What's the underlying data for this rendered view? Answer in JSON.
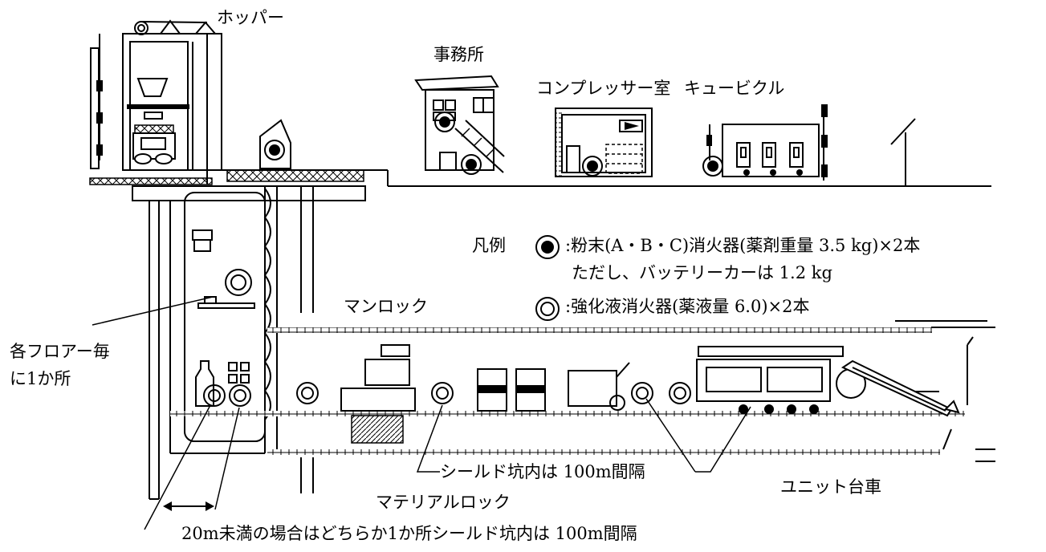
{
  "labels": {
    "hopper": "ホッパー",
    "office": "事務所",
    "compressor_room": "コンプレッサー室",
    "cubicle": "キュービクル",
    "legend_title": "凡例",
    "legend_powder_1": ":粉末(A・B・C)消火器(薬剤重量 3.5 kg)×2本",
    "legend_powder_2": "ただし、バッテリーカーは 1.2 kg",
    "legend_liquid": ":強化液消火器(薬液量 6.0)×2本",
    "man_lock": "マンロック",
    "each_floor_1": "各フロアー毎",
    "each_floor_2": "に1か所",
    "shield_interval": "シールド坑内は 100m間隔",
    "material_lock": "マテリアルロック",
    "unit_cart": "ユニット台車",
    "bottom_note": "20m未満の場合はどちらか1か所シールド坑内は 100m間隔"
  },
  "icons": {
    "powder_extinguisher": "filled-circle-in-ring",
    "liquid_extinguisher": "double-ring"
  }
}
